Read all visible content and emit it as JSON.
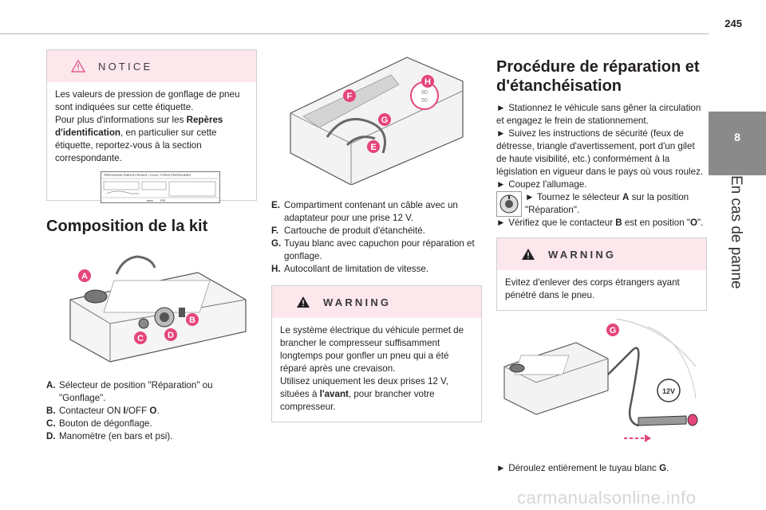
{
  "page": {
    "number": "245"
  },
  "side_tab": {
    "number": "8",
    "title": "En cas de panne"
  },
  "notice": {
    "heading": "NOTICE",
    "p1": "Les valeurs de pression de gonflage de pneu sont indiquées sur cette étiquette.",
    "p2a": "Pour plus d'informations sur les ",
    "p2b": "Repères d'identification",
    "p2c": ", en particulier sur cette étiquette, reportez-vous à la section correspondante.",
    "label_text": "PRESSIONS PNEUS FROIDS / COLD TYRES PRESSURES",
    "label_unit": "bars",
    "label_psi": "PSI"
  },
  "kit": {
    "heading": "Composition de la kit",
    "items": [
      {
        "key": "A.",
        "text": "Sélecteur de position \"Réparation\" ou \"Gonflage\"."
      },
      {
        "key": "B.",
        "t1": "Contacteur ON ",
        "b1": "I",
        "t2": "/OFF ",
        "b2": "O",
        "t3": "."
      },
      {
        "key": "C.",
        "text": "Bouton de dégonflage."
      },
      {
        "key": "D.",
        "text": "Manomètre (en bars et psi)."
      }
    ],
    "callouts": [
      "A",
      "B",
      "C",
      "D"
    ]
  },
  "cartridge": {
    "callouts": [
      "F",
      "G",
      "E",
      "H"
    ],
    "speed_top": "80",
    "speed_bottom": "50",
    "items": [
      {
        "key": "E.",
        "text": "Compartiment contenant un câble avec un adaptateur pour une prise 12 V."
      },
      {
        "key": "F.",
        "text": "Cartouche de produit d'étanchéité."
      },
      {
        "key": "G.",
        "text": "Tuyau blanc avec capuchon pour réparation et gonflage."
      },
      {
        "key": "H.",
        "text": "Autocollant de limitation de vitesse."
      }
    ]
  },
  "warning1": {
    "heading": "WARNING",
    "p1": "Le système électrique du véhicule permet de brancher le compresseur suffisamment longtemps pour gonfler un pneu qui a été réparé après une crevaison.",
    "p2a": "Utilisez uniquement les deux prises 12 V, situées à ",
    "p2b": "l'avant",
    "p2c": ", pour brancher votre compresseur."
  },
  "procedure": {
    "heading": "Procédure de réparation et d'étanchéisation",
    "arrow": "►",
    "s1": "Stationnez le véhicule sans gêner la circulation et engagez le frein de stationnement.",
    "s2": "Suivez les instructions de sécurité (feux de détresse, triangle d'avertissement, port d'un gilet de haute visibilité, etc.) conformément à la législation en vigueur dans le pays où vous roulez.",
    "s3": "Coupez l'allumage.",
    "s4a": "Tournez le sélecteur ",
    "s4b": "A",
    "s4c": " sur la position \"Réparation\".",
    "s5a": "Vérifiez que le contacteur ",
    "s5b": "B",
    "s5c": " est en position \"",
    "s5d": "O",
    "s5e": "\".",
    "s6a": "Déroulez entièrement le tuyau blanc ",
    "s6b": "G",
    "s6c": ".",
    "callout": "G",
    "socket_label": "12V"
  },
  "warning2": {
    "heading": "WARNING",
    "p1": "Evitez d'enlever des corps étrangers ayant pénétré dans le pneu."
  },
  "watermark": "carmanualsonline.info",
  "colors": {
    "callout": "#e5457a",
    "box_head": "#fbe7ec",
    "tab": "#8a8a8a"
  }
}
